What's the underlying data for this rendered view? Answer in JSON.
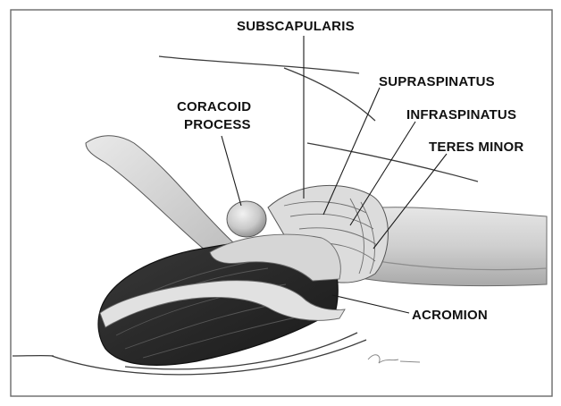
{
  "figure": {
    "labels": {
      "subscapularis": "SUBSCAPULARIS",
      "supraspinatus": "SUPRASPINATUS",
      "infraspinatus": "INFRASPINATUS",
      "teres_minor": "TERES MINOR",
      "coracoid_line1": "CORACOID",
      "coracoid_line2": "PROCESS",
      "acromion": "ACROMION"
    },
    "colors": {
      "background": "#ffffff",
      "frame": "#5a5a5a",
      "muscle_dark": "#2b2b2b",
      "bone": "#cfcfcf",
      "tendon": "#e3e3e3"
    }
  }
}
